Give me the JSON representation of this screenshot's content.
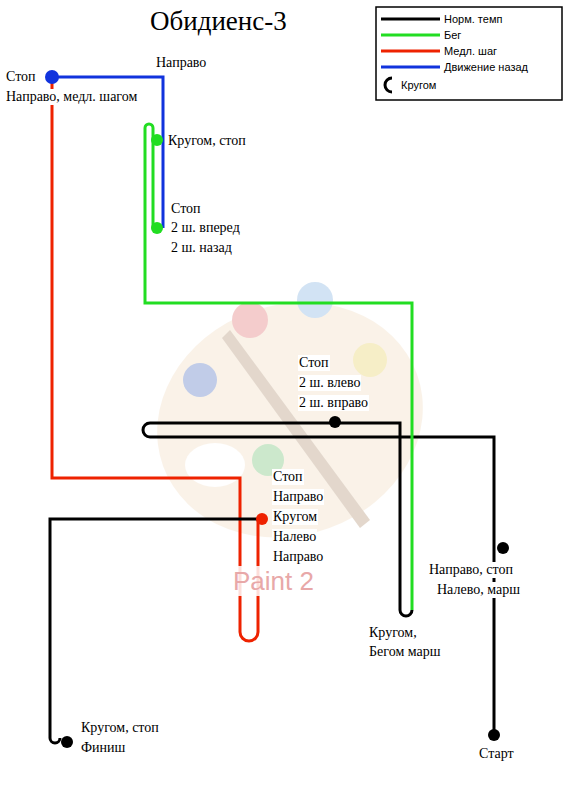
{
  "diagram": {
    "title": "Обидиенс-3",
    "labels": [
      "Направо",
      "Стоп",
      "Направо, медл. шагом",
      "Кругом, стоп",
      "Стоп",
      "2 ш. вперед",
      "2 ш. назад",
      "Стоп",
      "2 ш. влево",
      "2 ш. вправо",
      "Стоп",
      "Направо",
      "Кругом",
      "Налево",
      "Направо",
      "Paint 2",
      "Направо, стоп",
      "Налево, марш",
      "Кругом,",
      "Бегом марш",
      "Кругом, стоп",
      "Финиш",
      "Старт"
    ],
    "legend": [
      {
        "text": "Норм. темп",
        "color": "#000000"
      },
      {
        "text": "Бег",
        "color": "#22dd22"
      },
      {
        "text": "Медл. шаг",
        "color": "#ee2200"
      },
      {
        "text": "Движение назад",
        "color": "#1133dd"
      },
      {
        "text": "Кругом"
      }
    ]
  }
}
